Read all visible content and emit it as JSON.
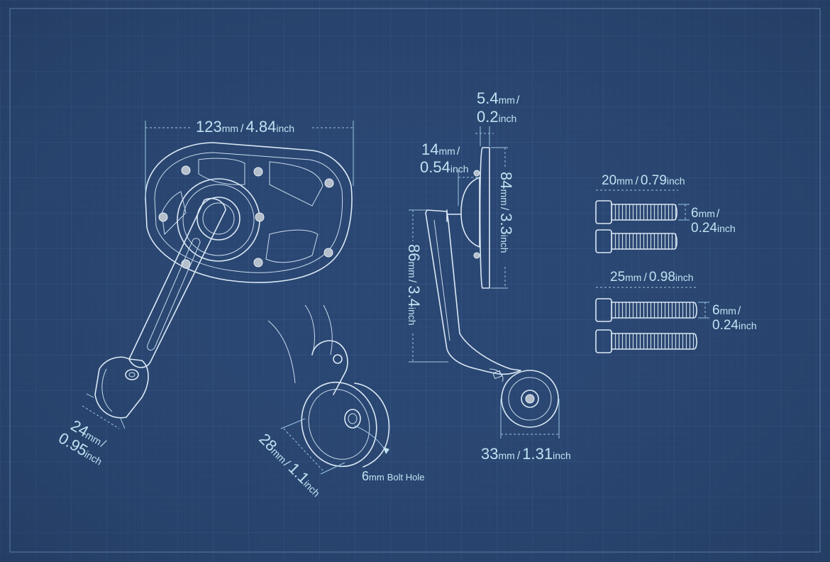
{
  "colors": {
    "background": "#2a4672",
    "grid": "#3a5a86",
    "line": "#dbe9f5",
    "label": "#bfe3f2"
  },
  "dimensions": {
    "overall_width": {
      "mm": "123",
      "mm_unit": "mm",
      "sep": "/",
      "inch": "4.84",
      "inch_unit": "inch"
    },
    "clamp_width": {
      "mm": "24",
      "mm_unit": "mm",
      "sep": "/",
      "inch": "0.95",
      "inch_unit": "inch"
    },
    "clamp_height": {
      "mm": "28",
      "mm_unit": "mm",
      "sep": "/",
      "inch": "1.1",
      "inch_unit": "inch"
    },
    "bolt_hole": {
      "mm": "6",
      "mm_unit": "mm",
      "label": "Bolt Hole"
    },
    "mirror_thickness": {
      "mm": "5.4",
      "mm_unit": "mm",
      "sep": "/",
      "inch": "0.2",
      "inch_unit": "inch"
    },
    "ball_offset": {
      "mm": "14",
      "mm_unit": "mm",
      "sep": "/",
      "inch": "0.54",
      "inch_unit": "inch"
    },
    "mirror_height": {
      "mm": "84",
      "mm_unit": "mm",
      "sep": "/",
      "inch": "3.3",
      "inch_unit": "inch"
    },
    "arm_height": {
      "mm": "86",
      "mm_unit": "mm",
      "sep": "/",
      "inch": "3.4",
      "inch_unit": "inch"
    },
    "clamp_diameter": {
      "mm": "33",
      "mm_unit": "mm",
      "sep": "/",
      "inch": "1.31",
      "inch_unit": "inch"
    },
    "bolt_short_length": {
      "mm": "20",
      "mm_unit": "mm",
      "sep": "/",
      "inch": "0.79",
      "inch_unit": "inch"
    },
    "bolt_short_dia": {
      "mm": "6",
      "mm_unit": "mm",
      "sep": "/",
      "inch": "0.24",
      "inch_unit": "inch"
    },
    "bolt_long_length": {
      "mm": "25",
      "mm_unit": "mm",
      "sep": "/",
      "inch": "0.98",
      "inch_unit": "inch"
    },
    "bolt_long_dia": {
      "mm": "6",
      "mm_unit": "mm",
      "sep": "/",
      "inch": "0.24",
      "inch_unit": "inch"
    }
  }
}
